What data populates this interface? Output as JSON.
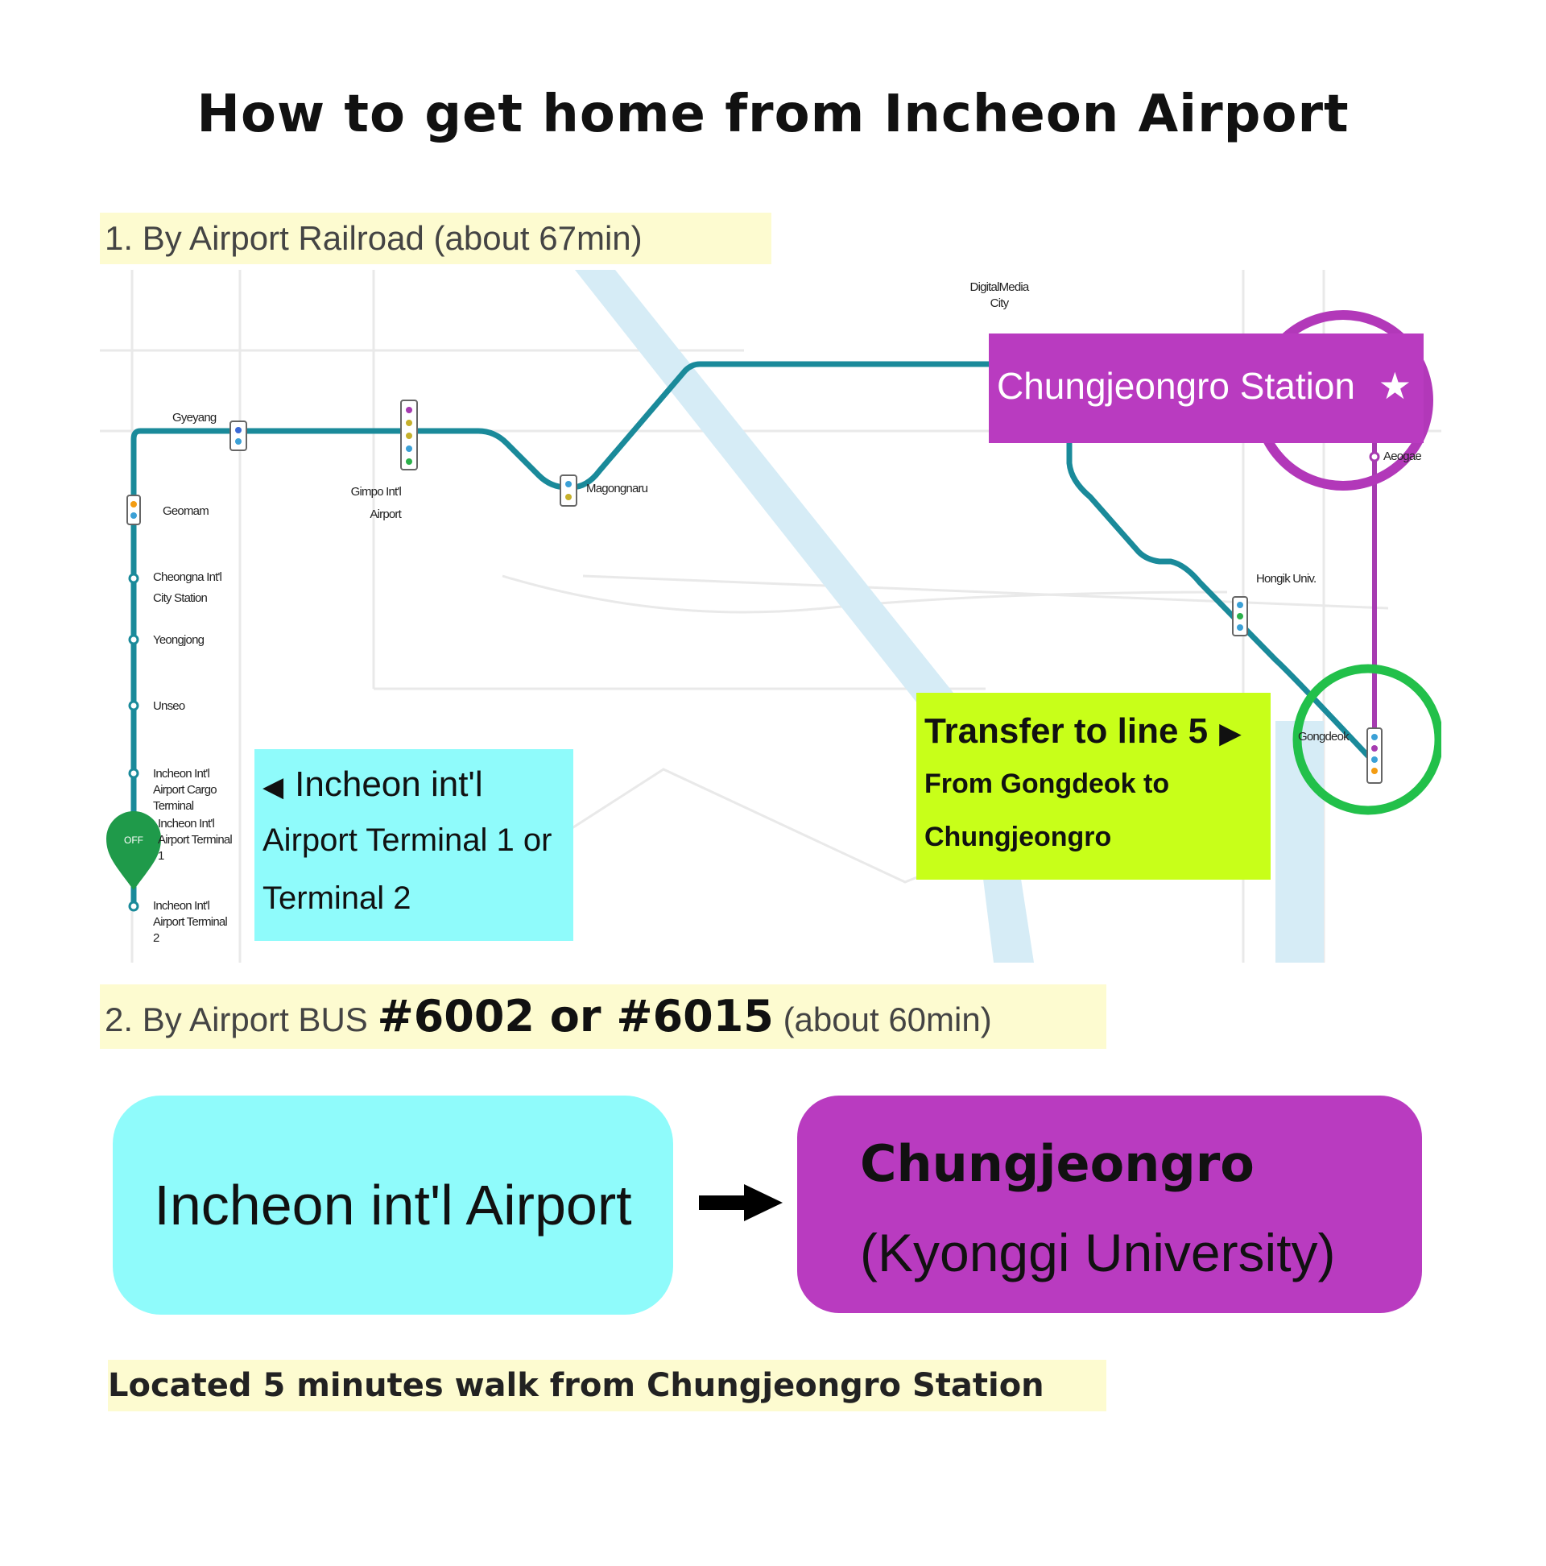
{
  "title": "How to get home from Incheon Airport",
  "section1": {
    "heading": "1. By Airport Railroad (about 67min)"
  },
  "map": {
    "line_colors": {
      "airport_railroad": "#1a8a9a",
      "line5": "#a63bb0",
      "river": "#d6ecf6"
    },
    "stations": {
      "digital_media_line1": "DigitalMedia",
      "digital_media_line2": "City",
      "gyeyang": "Gyeyang",
      "geomam": "Geomam",
      "gimpo_line1": "Gimpo Int'l",
      "gimpo_line2": "Airport",
      "magongnaru": "Magongnaru",
      "cheongna_line1": "Cheongna Int'l",
      "cheongna_line2": "City Station",
      "yeongjong": "Yeongjong",
      "unseo": "Unseo",
      "cargo_line1": "Incheon Int'l",
      "cargo_line2": "Airport Cargo",
      "cargo_line3": "Terminal",
      "t1_line1": "Incheon Int'l",
      "t1_line2": "Airport Terminal",
      "t1_line3": "1",
      "t2_line1": "Incheon Int'l",
      "t2_line2": "Airport Terminal",
      "t2_line3": "2",
      "hongik": "Hongik Univ.",
      "gongdeok": "Gongdeok",
      "aeogae": "Aeogae"
    },
    "origin_pin_label": "OFF",
    "callout_airport": {
      "line1": "Incheon int'l",
      "line2": "Airport Terminal 1 or",
      "line3": "Terminal 2"
    },
    "callout_transfer": {
      "line1": "Transfer to line 5",
      "line2": "From Gongdeok to",
      "line3": "Chungjeongro"
    },
    "callout_destination": {
      "label": "Chungjeongro Station",
      "star": "★"
    },
    "highlight_colors": {
      "destination_ring": "#b238b9",
      "transfer_ring": "#22c04a",
      "airport_callout": "#8ffbfb",
      "transfer_callout": "#c8ff19"
    }
  },
  "section2": {
    "prefix": "2. By Airport BUS",
    "bus_numbers": "#6002 or #6015",
    "suffix": "(about 60min)"
  },
  "route": {
    "from": "Incheon int'l Airport",
    "arrow": "➡",
    "to_line1": "Chungjeongro",
    "to_line2": "(Kyonggi University)"
  },
  "note": "Located 5 minutes walk from Chungjeongro Station"
}
